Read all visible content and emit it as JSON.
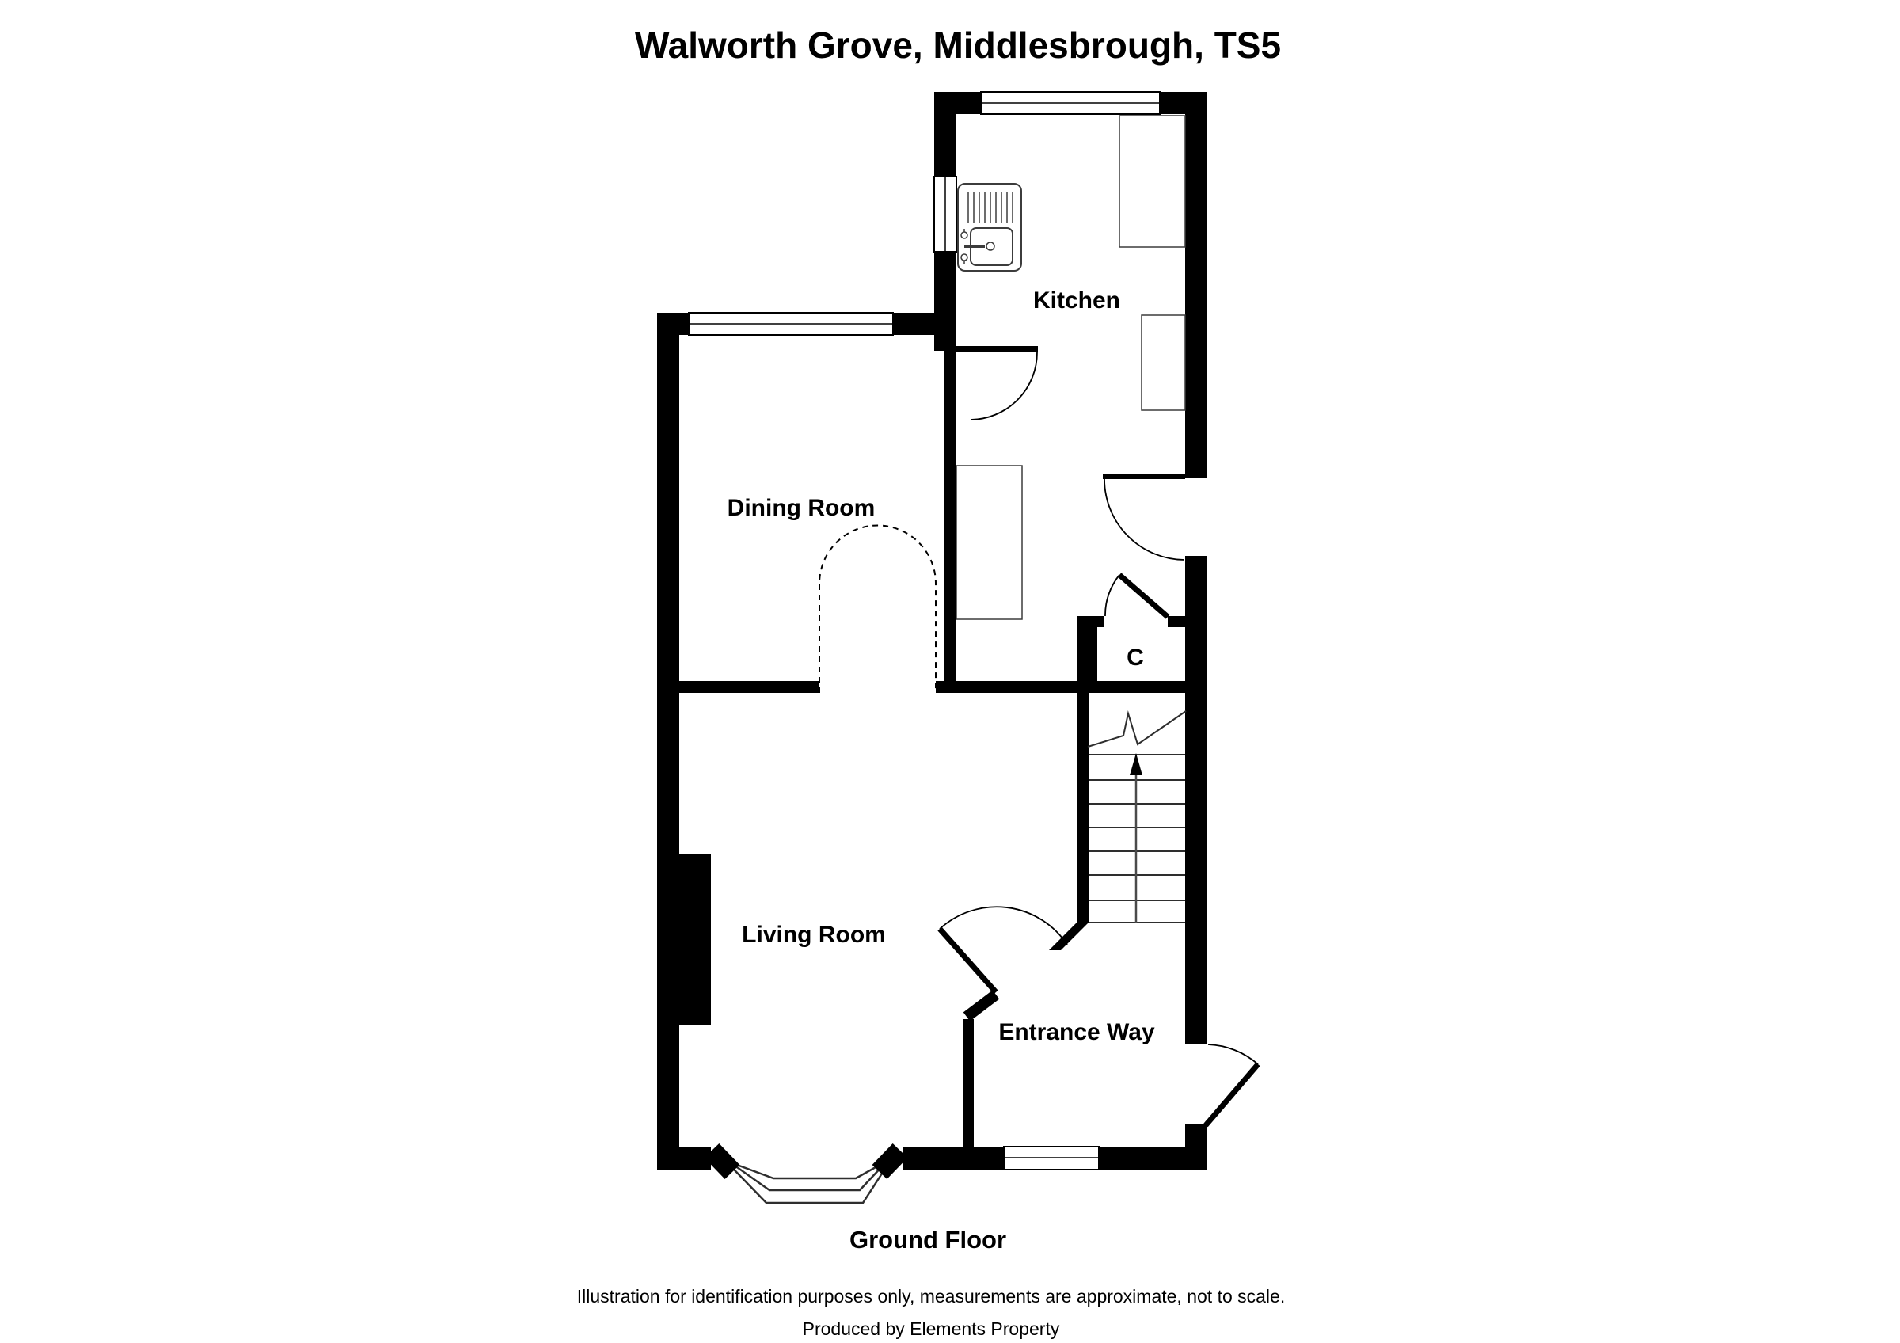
{
  "title": "Walworth Grove, Middlesbrough, TS5",
  "floor_label": "Ground Floor",
  "rooms": {
    "kitchen": {
      "label": "Kitchen"
    },
    "dining": {
      "label": "Dining Room"
    },
    "living": {
      "label": "Living Room"
    },
    "entrance": {
      "label": "Entrance Way"
    },
    "cupboard": {
      "label": "C"
    }
  },
  "stairs": {
    "direction": "up"
  },
  "footer": {
    "line1": "Illustration for identification purposes only, measurements are approximate, not to scale.",
    "line2": "Produced by Elements Property"
  },
  "colors": {
    "background": "#ffffff",
    "wall": "#000000",
    "detail_line": "#3c3c3c"
  }
}
